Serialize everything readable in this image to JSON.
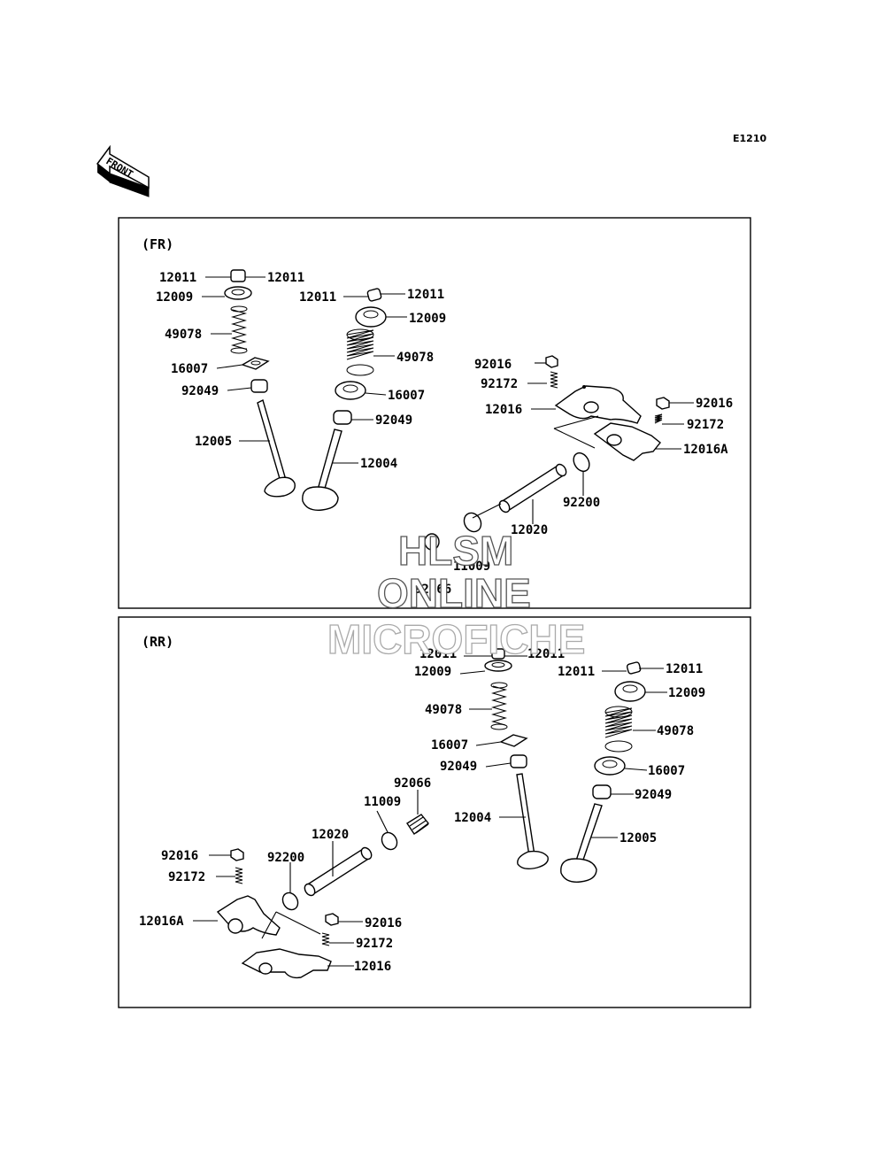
{
  "diagram_code": "E1210",
  "front_label": "FRONT",
  "sections": {
    "fr": {
      "title": "(FR)",
      "labels": {
        "a12011_l": "12011",
        "a12011_r": "12011",
        "a12009": "12009",
        "a49078": "49078",
        "a16007": "16007",
        "a92049": "92049",
        "a12005": "12005",
        "b12011_l": "12011",
        "b12011_r": "12011",
        "b12009": "12009",
        "b49078": "49078",
        "b16007": "16007",
        "b92049": "92049",
        "b12004": "12004",
        "c92016_a": "92016",
        "c92172_a": "92172",
        "c12016": "12016",
        "c92016_b": "92016",
        "c92172_b": "92172",
        "c12016a": "12016A",
        "c92200": "92200",
        "c12020": "12020",
        "c11009": "11009",
        "c92066": "92066"
      }
    },
    "rr": {
      "title": "(RR)",
      "labels": {
        "a12011_l": "12011",
        "a12011_r": "12011",
        "a12009": "12009",
        "a49078": "49078",
        "a16007": "16007",
        "a92049": "92049",
        "a12004": "12004",
        "b12011_l": "12011",
        "b12011_r": "12011",
        "b12009": "12009",
        "b49078": "49078",
        "b16007": "16007",
        "b92049": "92049",
        "b12005": "12005",
        "c92066": "92066",
        "c11009": "11009",
        "c12020": "12020",
        "c92200": "92200",
        "c92016_a": "92016",
        "c92172_a": "92172",
        "c12016a": "12016A",
        "c92016_b": "92016",
        "c92172_b": "92172",
        "c12016": "12016"
      }
    }
  },
  "watermark": {
    "line1": "HLSM",
    "line2": "ONLINE",
    "line3": "MICROFICHE"
  }
}
